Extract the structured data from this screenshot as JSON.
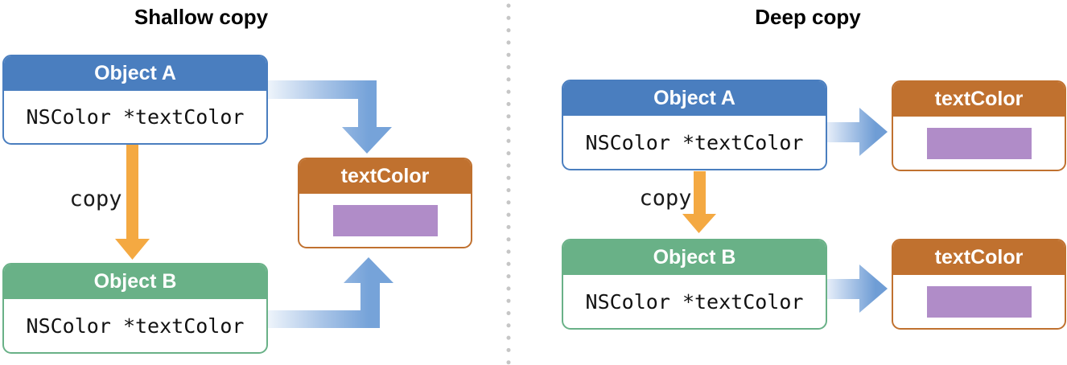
{
  "colors": {
    "blue": "#4a7ebf",
    "green": "#69b187",
    "orange": "#c0712f",
    "purple": "#b08cc8",
    "arrow-orange": "#f4a942",
    "arrow-blue": "#76a3d9",
    "divider-gray": "#c6c6c6"
  },
  "shallow": {
    "title": "Shallow copy",
    "object_a": {
      "header": "Object A",
      "property": "NSColor *textColor"
    },
    "copy_label": "copy",
    "object_b": {
      "header": "Object B",
      "property": "NSColor *textColor"
    },
    "textcolor": {
      "header": "textColor",
      "swatch_color": "#b08cc8"
    }
  },
  "deep": {
    "title": "Deep copy",
    "object_a": {
      "header": "Object A",
      "property": "NSColor *textColor"
    },
    "copy_label": "copy",
    "object_b": {
      "header": "Object B",
      "property": "NSColor *textColor"
    },
    "textcolor_a": {
      "header": "textColor",
      "swatch_color": "#b08cc8"
    },
    "textcolor_b": {
      "header": "textColor",
      "swatch_color": "#b08cc8"
    }
  }
}
